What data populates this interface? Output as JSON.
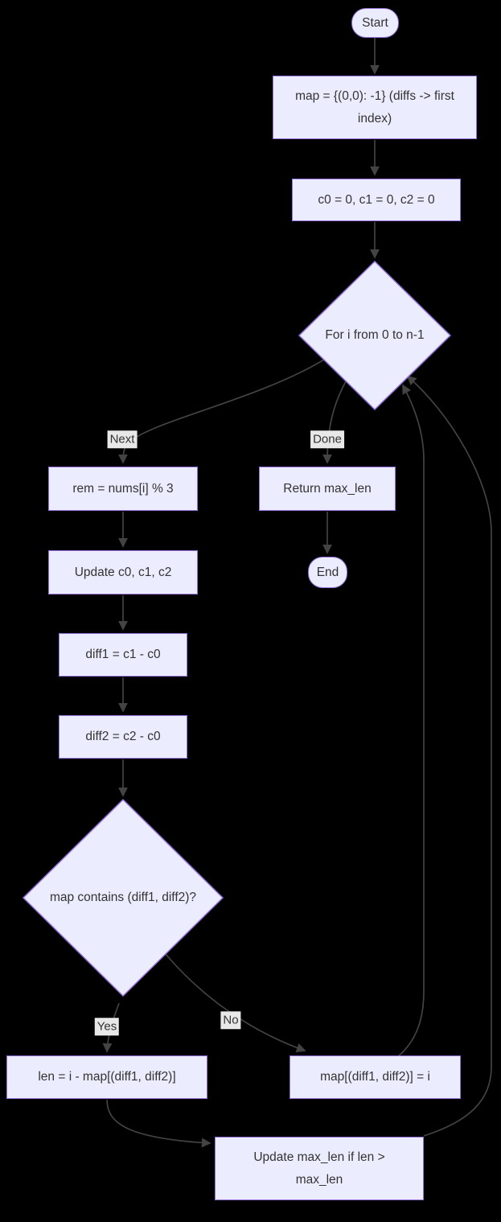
{
  "diagram": {
    "type": "flowchart",
    "nodes": {
      "start": {
        "label": "Start",
        "shape": "stadium"
      },
      "init_map": {
        "label": "map = {(0,0): -1} (diffs -> first index)",
        "shape": "rect"
      },
      "init_counts": {
        "label": "c0 = 0, c1 = 0, c2 = 0",
        "shape": "rect"
      },
      "loop": {
        "label": "For i from 0 to n-1",
        "shape": "diamond"
      },
      "rem": {
        "label": "rem = nums[i] % 3",
        "shape": "rect"
      },
      "update_counts": {
        "label": "Update c0, c1, c2",
        "shape": "rect"
      },
      "diff1": {
        "label": "diff1 = c1 - c0",
        "shape": "rect"
      },
      "diff2": {
        "label": "diff2 = c2 - c0",
        "shape": "rect"
      },
      "check": {
        "label": "map contains (diff1, diff2)?",
        "shape": "diamond"
      },
      "len": {
        "label": "len = i - map[(diff1, diff2)]",
        "shape": "rect"
      },
      "set_map": {
        "label": "map[(diff1, diff2)] = i",
        "shape": "rect"
      },
      "update_max": {
        "label": "Update max_len if len > max_len",
        "shape": "rect"
      },
      "return": {
        "label": "Return max_len",
        "shape": "rect"
      },
      "end": {
        "label": "End",
        "shape": "stadium"
      }
    },
    "edge_labels": {
      "next": "Next",
      "done": "Done",
      "yes": "Yes",
      "no": "No"
    },
    "edges": [
      {
        "from": "start",
        "to": "init_map"
      },
      {
        "from": "init_map",
        "to": "init_counts"
      },
      {
        "from": "init_counts",
        "to": "loop"
      },
      {
        "from": "loop",
        "to": "rem",
        "label": "Next"
      },
      {
        "from": "loop",
        "to": "return",
        "label": "Done"
      },
      {
        "from": "rem",
        "to": "update_counts"
      },
      {
        "from": "update_counts",
        "to": "diff1"
      },
      {
        "from": "diff1",
        "to": "diff2"
      },
      {
        "from": "diff2",
        "to": "check"
      },
      {
        "from": "check",
        "to": "len",
        "label": "Yes"
      },
      {
        "from": "check",
        "to": "set_map",
        "label": "No"
      },
      {
        "from": "len",
        "to": "update_max"
      },
      {
        "from": "set_map",
        "to": "loop"
      },
      {
        "from": "update_max",
        "to": "loop"
      },
      {
        "from": "return",
        "to": "end"
      }
    ],
    "colors": {
      "background": "#000000",
      "node_fill": "#ececff",
      "node_border": "#9370db",
      "text": "#333333",
      "edge": "#434343",
      "label_bg": "#e8e8e8"
    }
  }
}
